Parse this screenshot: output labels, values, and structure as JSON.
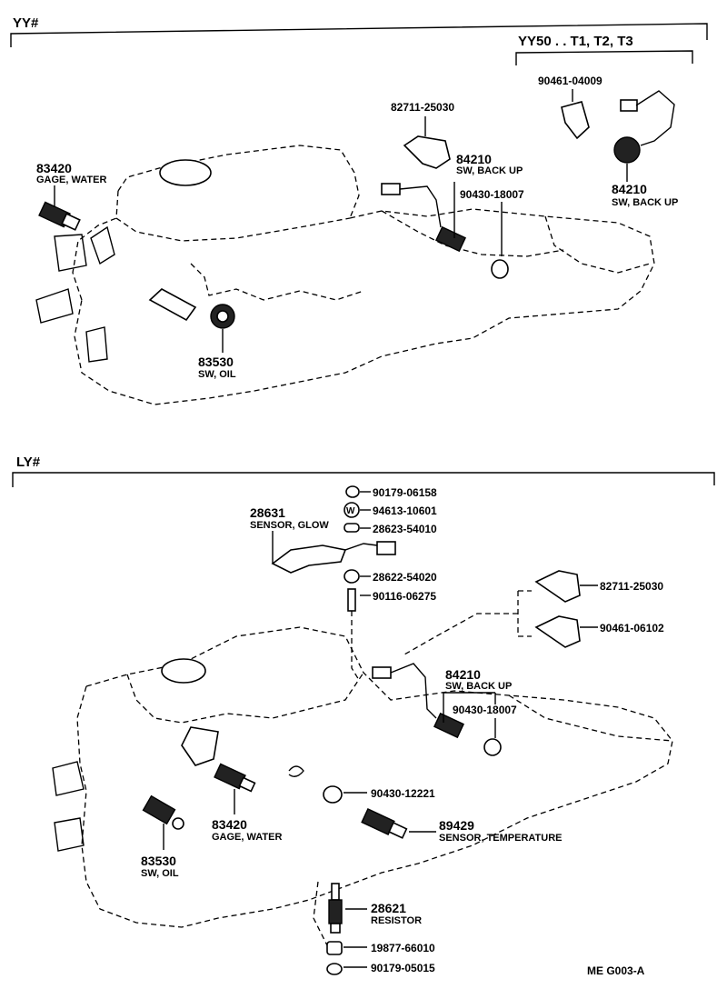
{
  "sections": {
    "yy": {
      "title": "YY#",
      "subtitle": "YY50 . . T1, T2, T3"
    },
    "ly": {
      "title": "LY#"
    }
  },
  "yy_parts": {
    "p83420": {
      "number": "83420",
      "name": "GAGE, WATER"
    },
    "p83530": {
      "number": "83530",
      "name": "SW, OIL"
    },
    "p82711": {
      "number": "82711-25030"
    },
    "p84210a": {
      "number": "84210",
      "name": "SW, BACK UP"
    },
    "p90430": {
      "number": "90430-18007"
    },
    "p90461": {
      "number": "90461-04009"
    },
    "p84210b": {
      "number": "84210",
      "name": "SW, BACK UP"
    }
  },
  "ly_parts": {
    "p90179a": {
      "number": "90179-06158"
    },
    "p94613": {
      "number": "94613-10601"
    },
    "p28631": {
      "number": "28631",
      "name": "SENSOR, GLOW"
    },
    "p28623": {
      "number": "28623-54010"
    },
    "p28622": {
      "number": "28622-54020"
    },
    "p90116": {
      "number": "90116-06275"
    },
    "p82711": {
      "number": "82711-25030"
    },
    "p90461": {
      "number": "90461-06102"
    },
    "p84210": {
      "number": "84210",
      "name": "SW, BACK UP"
    },
    "p90430a": {
      "number": "90430-18007"
    },
    "p90430b": {
      "number": "90430-12221"
    },
    "p83420": {
      "number": "83420",
      "name": "GAGE, WATER"
    },
    "p89429": {
      "number": "89429",
      "name": "SENSOR, TEMPERATURE"
    },
    "p83530": {
      "number": "83530",
      "name": "SW, OIL"
    },
    "p28621": {
      "number": "28621",
      "name": "RESISTOR"
    },
    "p19877": {
      "number": "19877-66010"
    },
    "p90179b": {
      "number": "90179-05015"
    }
  },
  "footer": {
    "code": "ME  G003-A"
  }
}
